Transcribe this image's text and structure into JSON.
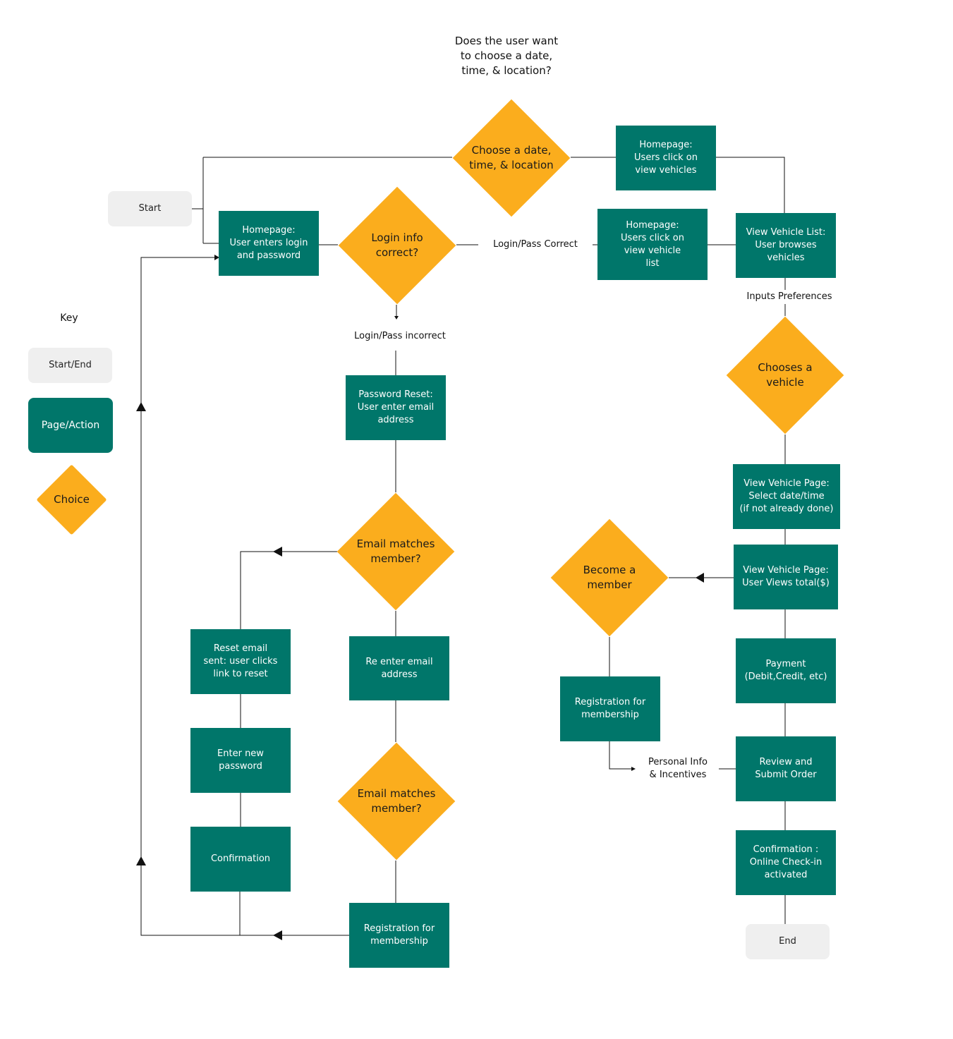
{
  "colors": {
    "page_action": "#00766a",
    "choice": "#fbad1d",
    "terminal": "#efefef",
    "line": "#111111"
  },
  "question": "Does the user want\nto choose a date,\ntime, & location?",
  "key": {
    "title": "Key",
    "start_end": "Start/End",
    "page_action": "Page/Action",
    "choice": "Choice"
  },
  "terminals": {
    "start": "Start",
    "end": "End"
  },
  "decisions": {
    "choose_date": "Choose a date,\ntime, & location",
    "login_correct": "Login info\ncorrect?",
    "email_match_1": "Email matches\nmember?",
    "email_match_2": "Email matches\nmember?",
    "choose_vehicle": "Chooses a\nvehicle",
    "become_member": "Become a\nmember"
  },
  "pages": {
    "home_view_vehicles": "Homepage:\nUsers click on\nview vehicles",
    "home_login": "Homepage:\nUser enters login\nand password",
    "home_view_list": "Homepage:\nUsers click on\nview vehicle\nlist",
    "vehicle_list": "View Vehicle List:\nUser browses\nvehicles",
    "password_reset": "Password Reset:\nUser enter email\naddress",
    "reset_email_sent": "Reset email\nsent: user clicks\nlink to reset",
    "reenter_email": "Re enter email\naddress",
    "enter_new_password": "Enter new\npassword",
    "confirmation": "Confirmation",
    "registration_left": "Registration for\nmembership",
    "vehicle_page_select": "View Vehicle Page:\nSelect date/time\n(if not already done)",
    "vehicle_page_total": "View Vehicle Page:\nUser Views total($)",
    "registration_right": "Registration for\nmembership",
    "payment": "Payment\n(Debit,Credit, etc)",
    "review_submit": "Review and\nSubmit Order",
    "confirmation_checkin": "Confirmation :\nOnline Check-in\nactivated"
  },
  "edge_labels": {
    "login_correct": "Login/Pass Correct",
    "login_incorrect": "Login/Pass incorrect",
    "inputs_preferences": "Inputs Preferences",
    "personal_info": "Personal Info\n& Incentives"
  }
}
